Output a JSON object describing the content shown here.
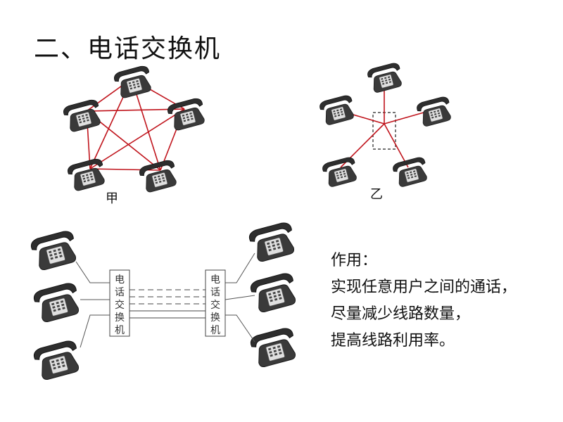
{
  "title": "二、电话交换机",
  "diagrams": {
    "mesh_label": "甲",
    "star_label": "乙"
  },
  "switch_diagram": {
    "left_switch_label": "电话交换机",
    "right_switch_label": "电话交换机"
  },
  "purpose": {
    "heading": "作用：",
    "lines": [
      "实现任意用户之间的通话，",
      "尽量减少线路数量，",
      "提高线路利用率。"
    ]
  },
  "colors": {
    "line_red": "#c0141c",
    "phone_dark": "#3a3a3a",
    "phone_light": "#d9d9d9"
  },
  "icons": [
    "telephone-icon"
  ]
}
